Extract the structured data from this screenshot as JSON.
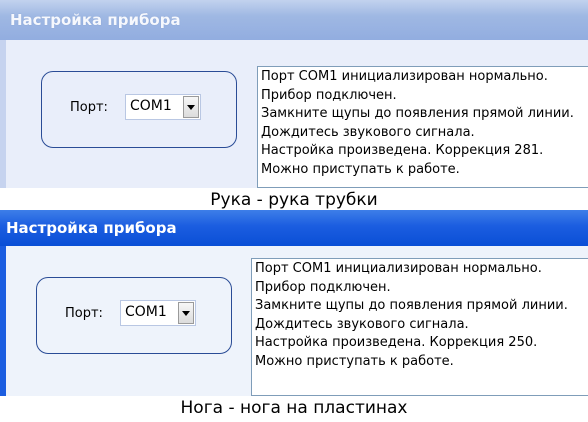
{
  "panels": [
    {
      "title": "Настройка прибора",
      "port_label": "Порт:",
      "port_value": "COM1",
      "log_lines": [
        "Порт COM1 инициализирован нормально.",
        "Прибор подключен.",
        "Замкните щупы до появления прямой линии.",
        "Дождитесь звукового сигнала.",
        "Настройка произведена. Коррекция 281.",
        "Можно приступать к работе."
      ],
      "caption": "Рука - рука трубки"
    },
    {
      "title": "Настройка прибора",
      "port_label": "Порт:",
      "port_value": "COM1",
      "log_lines": [
        "Порт COM1 инициализирован нормально.",
        "Прибор подключен.",
        "Замкните щупы до появления прямой линии.",
        "Дождитесь звукового сигнала.",
        "Настройка произведена. Коррекция 250.",
        "Можно приступать к работе."
      ],
      "caption": "Нога - нога на пластинах"
    }
  ],
  "icons": {
    "dropdown": "chevron-down-icon"
  },
  "colors": {
    "inactive_title": "#9fb8e3",
    "active_title": "#1b5de0",
    "group_border": "#2a4c96"
  }
}
